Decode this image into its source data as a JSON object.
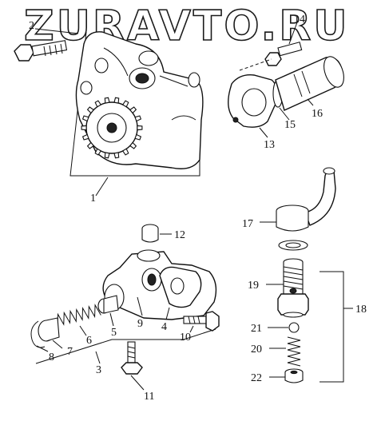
{
  "watermark": "ZURAVTO.RU",
  "callouts": {
    "p1": "1",
    "p2": "2",
    "p3": "3",
    "p4": "4",
    "p5": "5",
    "p6": "6",
    "p7": "7",
    "p8": "8",
    "p9": "9",
    "p10": "10",
    "p11": "11",
    "p12": "12",
    "p13": "13",
    "p14": "14",
    "p15": "15",
    "p16": "16",
    "p17": "17",
    "p18": "18",
    "p19": "19",
    "p20": "20",
    "p21": "21",
    "p22": "22"
  }
}
